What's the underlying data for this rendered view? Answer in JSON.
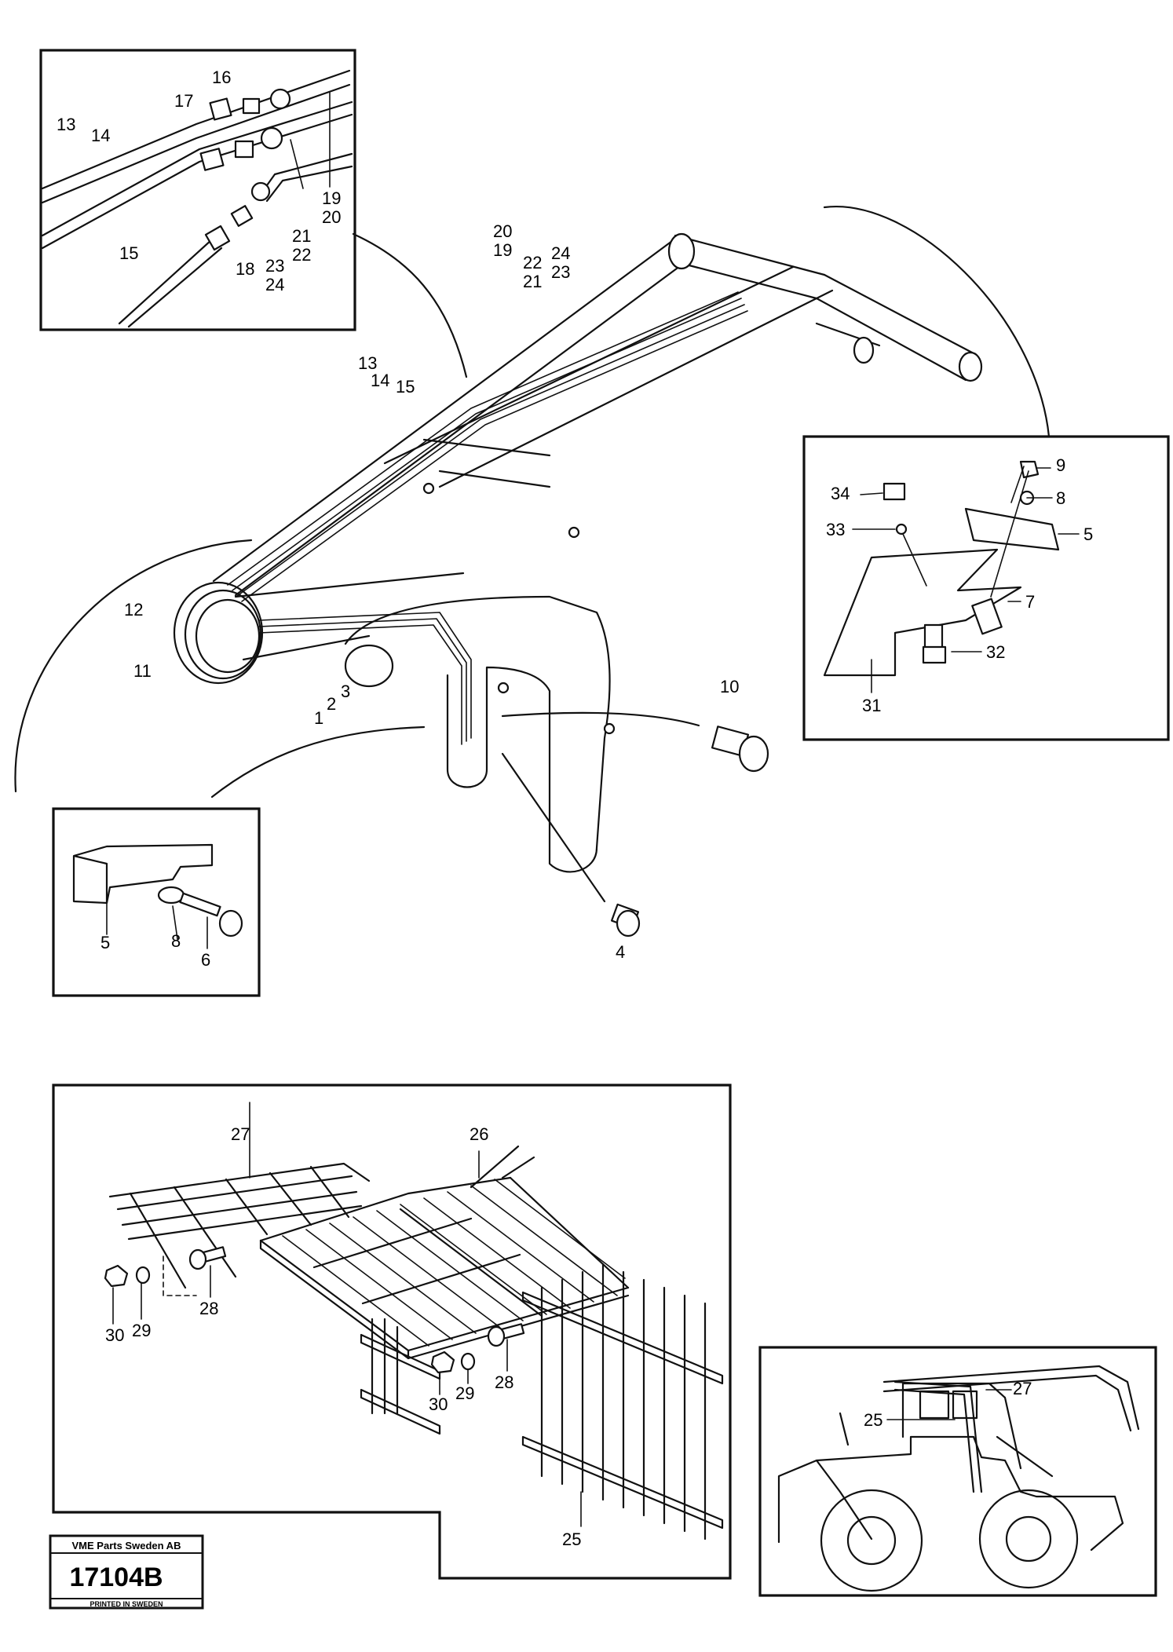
{
  "stamp": {
    "company": "VME Parts Sweden AB",
    "drawing_number": "17104B",
    "footer": "PRINTED IN SWEDEN"
  },
  "callouts": {
    "c1": "1",
    "c2": "2",
    "c3": "3",
    "c4": "4",
    "c5": "5",
    "c5b": "5",
    "c6": "6",
    "c7": "7",
    "c8": "8",
    "c8b": "8",
    "c9": "9",
    "c10": "10",
    "c11": "11",
    "c12": "12",
    "c13": "13",
    "c13b": "13",
    "c14": "14",
    "c14b": "14",
    "c15": "15",
    "c15b": "15",
    "c16": "16",
    "c17": "17",
    "c18": "18",
    "c19": "19",
    "c19b": "19",
    "c20": "20",
    "c20b": "20",
    "c21": "21",
    "c21b": "21",
    "c22": "22",
    "c22b": "22",
    "c23": "23",
    "c23b": "23",
    "c24": "24",
    "c24b": "24",
    "c25": "25",
    "c25b": "25",
    "c26": "26",
    "c27": "27",
    "c27b": "27",
    "c28": "28",
    "c28b": "28",
    "c29": "29",
    "c29b": "29",
    "c30": "30",
    "c30b": "30",
    "c31": "31",
    "c32": "32",
    "c33": "33",
    "c34": "34"
  }
}
